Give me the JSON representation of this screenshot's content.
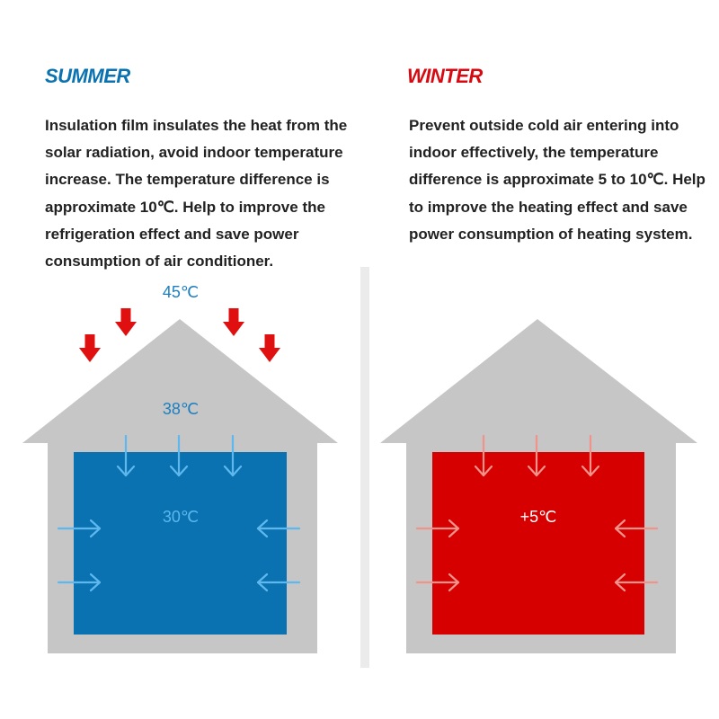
{
  "summer": {
    "title": "SUMMER",
    "description": "Insulation film insulates the heat from the solar radiation, avoid indoor temperature increase. The temperature difference is approximate 10℃. Help to improve the refrigeration effect and save power consumption of air conditioner.",
    "outside_temp": "45℃",
    "attic_temp": "38℃",
    "inside_temp": "30℃",
    "colors": {
      "title": "#0a72b0",
      "house": "#c6c6c6",
      "room": "#0a72b0",
      "arrow": "#5eb8ee",
      "sun_arrow": "#e01010",
      "label": "#1d7fc0",
      "inside_label": "#5ab8ee"
    }
  },
  "winter": {
    "title": "WINTER",
    "description": "Prevent outside cold air entering into indoor effectively, the temperature difference is approximate 5 to 10℃. Help to improve the heating effect and save power consumption of heating system.",
    "inside_temp": "+5℃",
    "colors": {
      "title": "#d60a10",
      "house": "#c6c6c6",
      "room": "#d70000",
      "arrow": "#f0938a",
      "label": "#ffffff"
    }
  }
}
